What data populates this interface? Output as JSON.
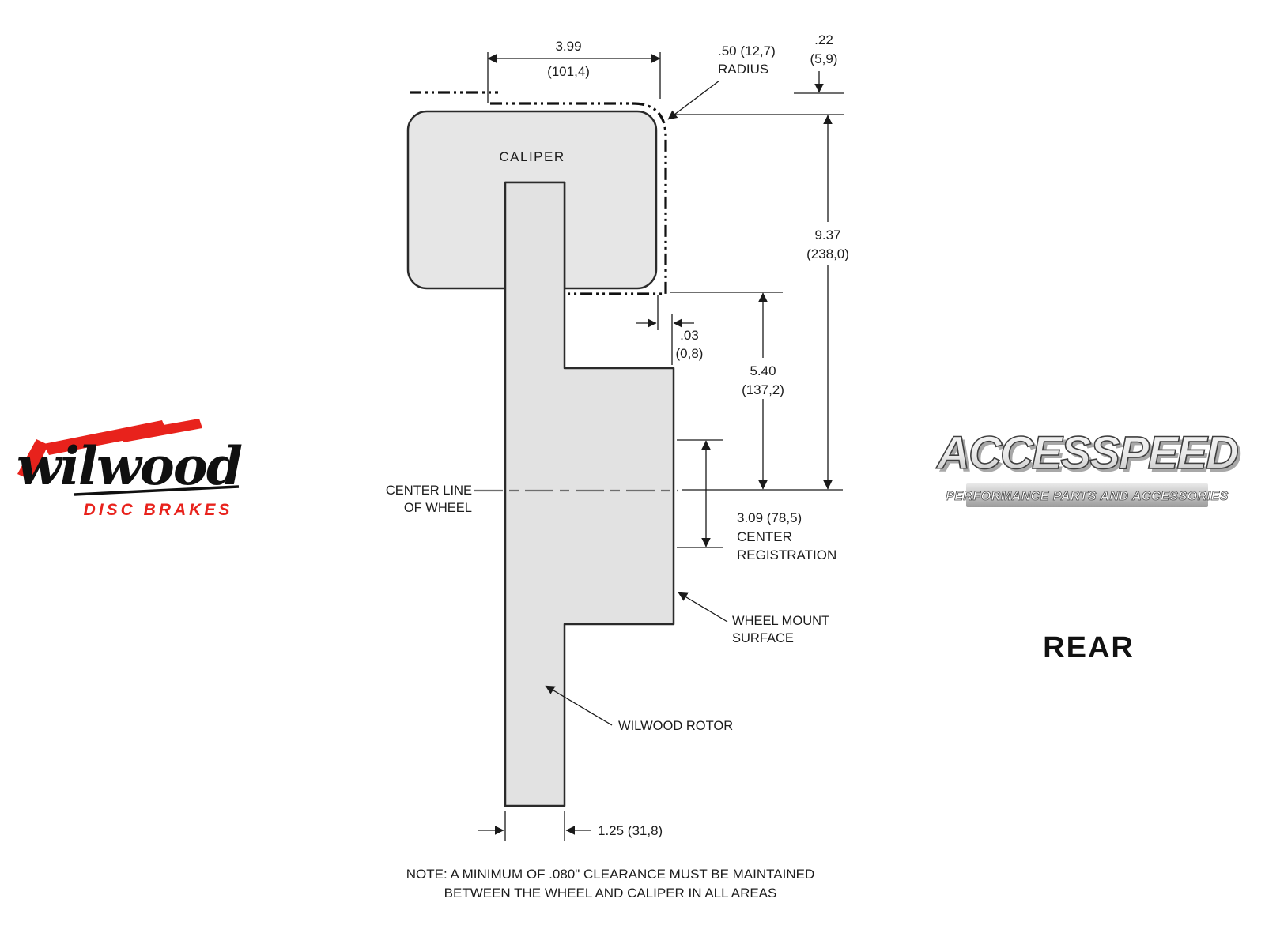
{
  "colors": {
    "accent_red": "#e8221c",
    "line": "#1a1a1a",
    "fill_light": "#e6e6e6"
  },
  "left_logo": {
    "script": "wilwood",
    "subtitle": "DISC BRAKES"
  },
  "right_logo": {
    "brand": "ACCESSPEED",
    "tagline": "PERFORMANCE PARTS AND ACCESSORIES",
    "position": "REAR"
  },
  "drawing": {
    "caliper": "CALIPER",
    "centerline": {
      "l1": "CENTER LINE",
      "l2": "OF WHEEL"
    },
    "dims": {
      "width": {
        "l1": "3.99",
        "l2": "(101,4)"
      },
      "radius": {
        "l1": ".50 (12,7)",
        "l2": "RADIUS"
      },
      "lip": {
        "l1": ".22",
        "l2": "(5,9)"
      },
      "overall": {
        "l1": "9.37",
        "l2": "(238,0)"
      },
      "clearance": {
        "l1": ".03",
        "l2": "(0,8)"
      },
      "mount": {
        "l1": "5.40",
        "l2": "(137,2)"
      },
      "registration": {
        "l1": "3.09 (78,5)",
        "l2": "CENTER",
        "l3": "REGISTRATION"
      },
      "rotor_width": {
        "l1": "1.25 (31,8)"
      }
    },
    "callouts": {
      "wheel_mount": {
        "l1": "WHEEL MOUNT",
        "l2": "SURFACE"
      },
      "rotor": {
        "l1": "WILWOOD ROTOR"
      }
    },
    "note": {
      "l1": "NOTE: A MINIMUM OF .080\" CLEARANCE MUST BE MAINTAINED",
      "l2": "BETWEEN THE WHEEL AND CALIPER IN ALL AREAS"
    }
  }
}
